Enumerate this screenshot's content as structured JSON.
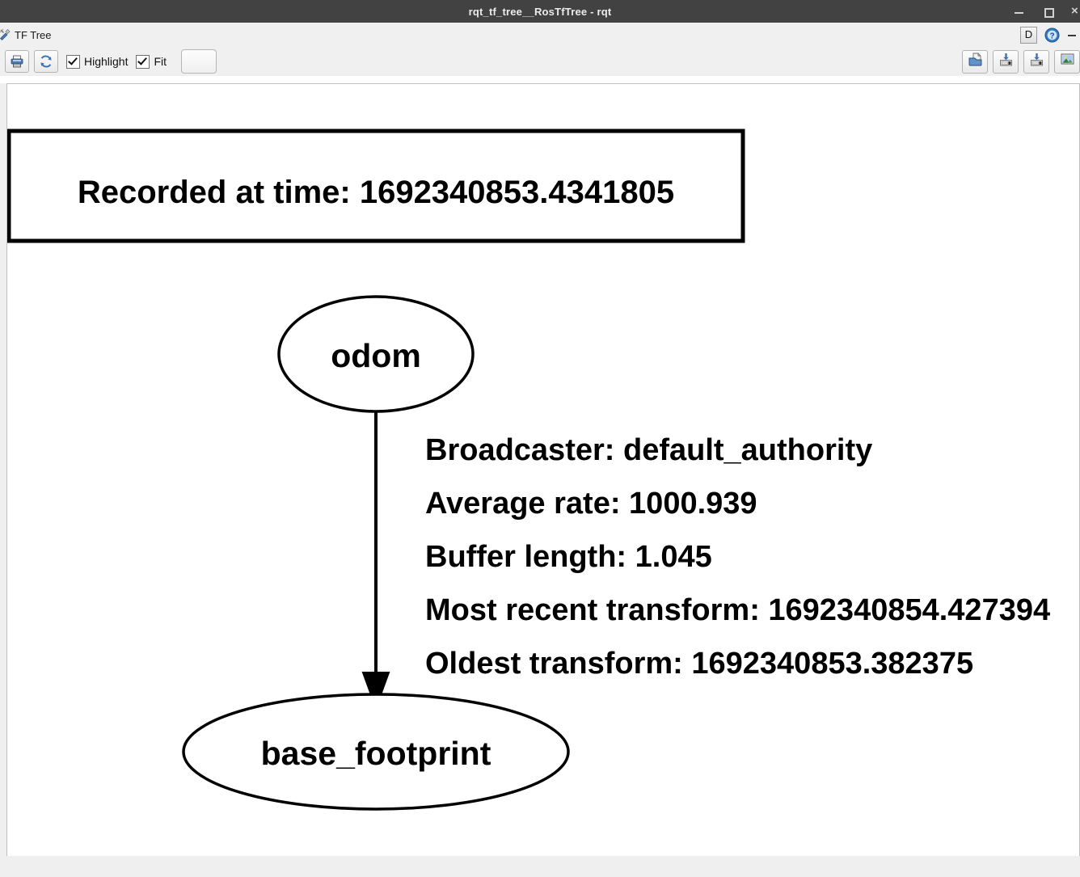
{
  "window": {
    "title": "rqt_tf_tree__RosTfTree - rqt",
    "controls": {
      "minimize": "minimize-icon",
      "maximize": "maximize-icon",
      "close": "×"
    },
    "titlebar_color": "#424242"
  },
  "dock": {
    "title": "TF Tree",
    "tools_icon": "tools-icon",
    "dock_button_label": "D",
    "help_icon": "help-icon",
    "minimize_icon": "minus-icon"
  },
  "toolbar": {
    "buttons": [
      {
        "name": "print-button",
        "icon": "printer-icon"
      },
      {
        "name": "refresh-button",
        "icon": "refresh-icon"
      }
    ],
    "checkboxes": [
      {
        "name": "highlight-checkbox",
        "label": "Highlight",
        "checked": true
      },
      {
        "name": "fit-checkbox",
        "label": "Fit",
        "checked": true
      }
    ],
    "blank_field_value": "",
    "blank_field_placeholder": "",
    "right_buttons": [
      {
        "name": "load-dot-button",
        "icon": "open-file-icon"
      },
      {
        "name": "save-dot-button",
        "icon": "save-as-dot-icon"
      },
      {
        "name": "save-svg-button",
        "icon": "save-as-svg-icon"
      },
      {
        "name": "save-image-button",
        "icon": "save-image-icon"
      }
    ]
  },
  "graph": {
    "recorded_box": {
      "label": "Recorded at time: 1692340853.4341805"
    },
    "nodes": [
      {
        "id": "odom",
        "label": "odom",
        "shape": "ellipse"
      },
      {
        "id": "base_footprint",
        "label": "base_footprint",
        "shape": "ellipse"
      }
    ],
    "edges": [
      {
        "from": "odom",
        "to": "base_footprint",
        "label_lines": [
          "Broadcaster: default_authority",
          "Average rate: 1000.939",
          "Buffer length: 1.045",
          "Most recent transform: 1692340854.427394",
          "Oldest transform: 1692340853.382375"
        ]
      }
    ],
    "colors": {
      "stroke": "#000000",
      "fill": "#ffffff",
      "background": "#ffffff"
    }
  }
}
